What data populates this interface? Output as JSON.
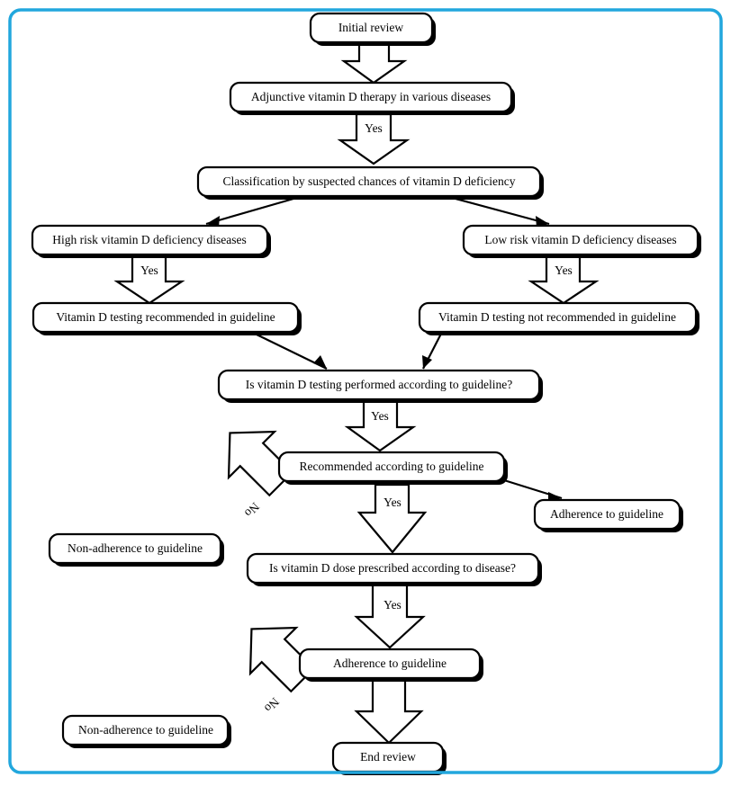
{
  "diagram": {
    "title_present": false,
    "frame_color": "#22a7dd",
    "box_fill": "#ffffff",
    "box_stroke": "#000000",
    "nodes": [
      {
        "id": "initial_review",
        "label": "Initial review"
      },
      {
        "id": "adjunctive_therapy",
        "label": "Adjunctive vitamin D therapy in various diseases"
      },
      {
        "id": "classification",
        "label": "Classification by suspected chances of vitamin D deficiency"
      },
      {
        "id": "high_risk",
        "label": "High risk vitamin D deficiency diseases"
      },
      {
        "id": "low_risk",
        "label": "Low risk vitamin D deficiency diseases"
      },
      {
        "id": "testing_recommended",
        "label": "Vitamin D testing recommended in guideline"
      },
      {
        "id": "testing_not_recommended",
        "label": "Vitamin D testing not recommended in guideline"
      },
      {
        "id": "testing_performed_q",
        "label": "Is vitamin D testing performed according to guideline?"
      },
      {
        "id": "recommended_guideline",
        "label": "Recommended according to guideline"
      },
      {
        "id": "adherence_1",
        "label": "Adherence to guideline"
      },
      {
        "id": "non_adherence_1",
        "label": "Non-adherence to guideline"
      },
      {
        "id": "dose_prescribed_q",
        "label": "Is vitamin D dose prescribed according to disease?"
      },
      {
        "id": "adherence_2",
        "label": "Adherence to guideline"
      },
      {
        "id": "non_adherence_2",
        "label": "Non-adherence to guideline"
      },
      {
        "id": "end_review",
        "label": "End review"
      }
    ],
    "edge_labels": {
      "yes_adjunctive_to_classification": "Yes",
      "yes_high_risk_to_testing": "Yes",
      "yes_low_risk_to_testing": "Yes",
      "yes_testing_q_to_recommended": "Yes",
      "yes_recommended_to_dose_q": "Yes",
      "no_recommended_to_non_adherence": "No",
      "yes_dose_q_to_adherence": "Yes",
      "no_adherence_to_non_adherence": "No"
    }
  }
}
